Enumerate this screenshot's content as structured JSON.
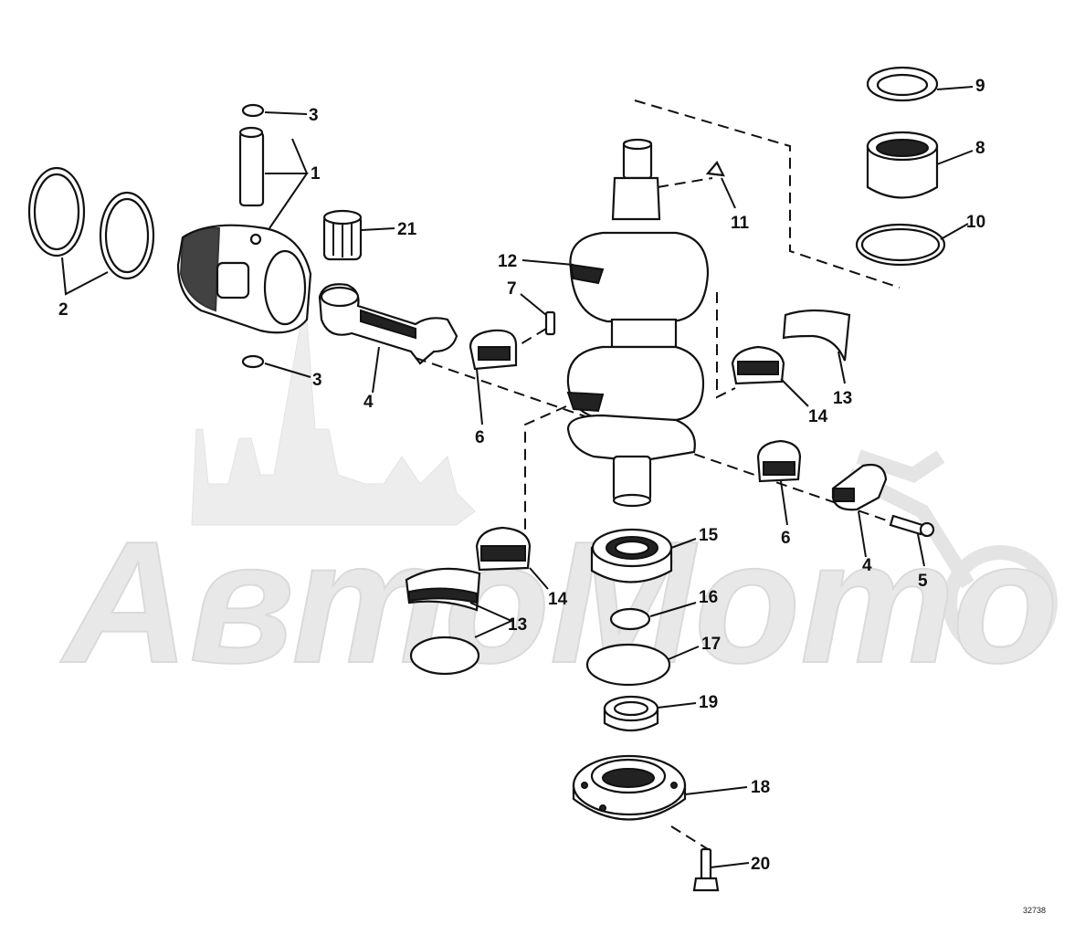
{
  "diagram": {
    "type": "exploded-parts-diagram",
    "drawing_number": "32738",
    "watermark": {
      "text": "АвтоМото",
      "logo": "motorcycle-and-spire-watermark"
    },
    "callouts": [
      {
        "id": "c1",
        "label": "1"
      },
      {
        "id": "c2",
        "label": "2"
      },
      {
        "id": "c3a",
        "label": "3"
      },
      {
        "id": "c3b",
        "label": "3"
      },
      {
        "id": "c4a",
        "label": "4"
      },
      {
        "id": "c4b",
        "label": "4"
      },
      {
        "id": "c5",
        "label": "5"
      },
      {
        "id": "c6a",
        "label": "6"
      },
      {
        "id": "c6b",
        "label": "6"
      },
      {
        "id": "c7",
        "label": "7"
      },
      {
        "id": "c8",
        "label": "8"
      },
      {
        "id": "c9",
        "label": "9"
      },
      {
        "id": "c10",
        "label": "10"
      },
      {
        "id": "c11",
        "label": "11"
      },
      {
        "id": "c12",
        "label": "12"
      },
      {
        "id": "c13a",
        "label": "13"
      },
      {
        "id": "c13b",
        "label": "13"
      },
      {
        "id": "c14a",
        "label": "14"
      },
      {
        "id": "c14b",
        "label": "14"
      },
      {
        "id": "c15",
        "label": "15"
      },
      {
        "id": "c16",
        "label": "16"
      },
      {
        "id": "c17",
        "label": "17"
      },
      {
        "id": "c18",
        "label": "18"
      },
      {
        "id": "c19",
        "label": "19"
      },
      {
        "id": "c20",
        "label": "20"
      },
      {
        "id": "c21",
        "label": "21"
      }
    ]
  }
}
